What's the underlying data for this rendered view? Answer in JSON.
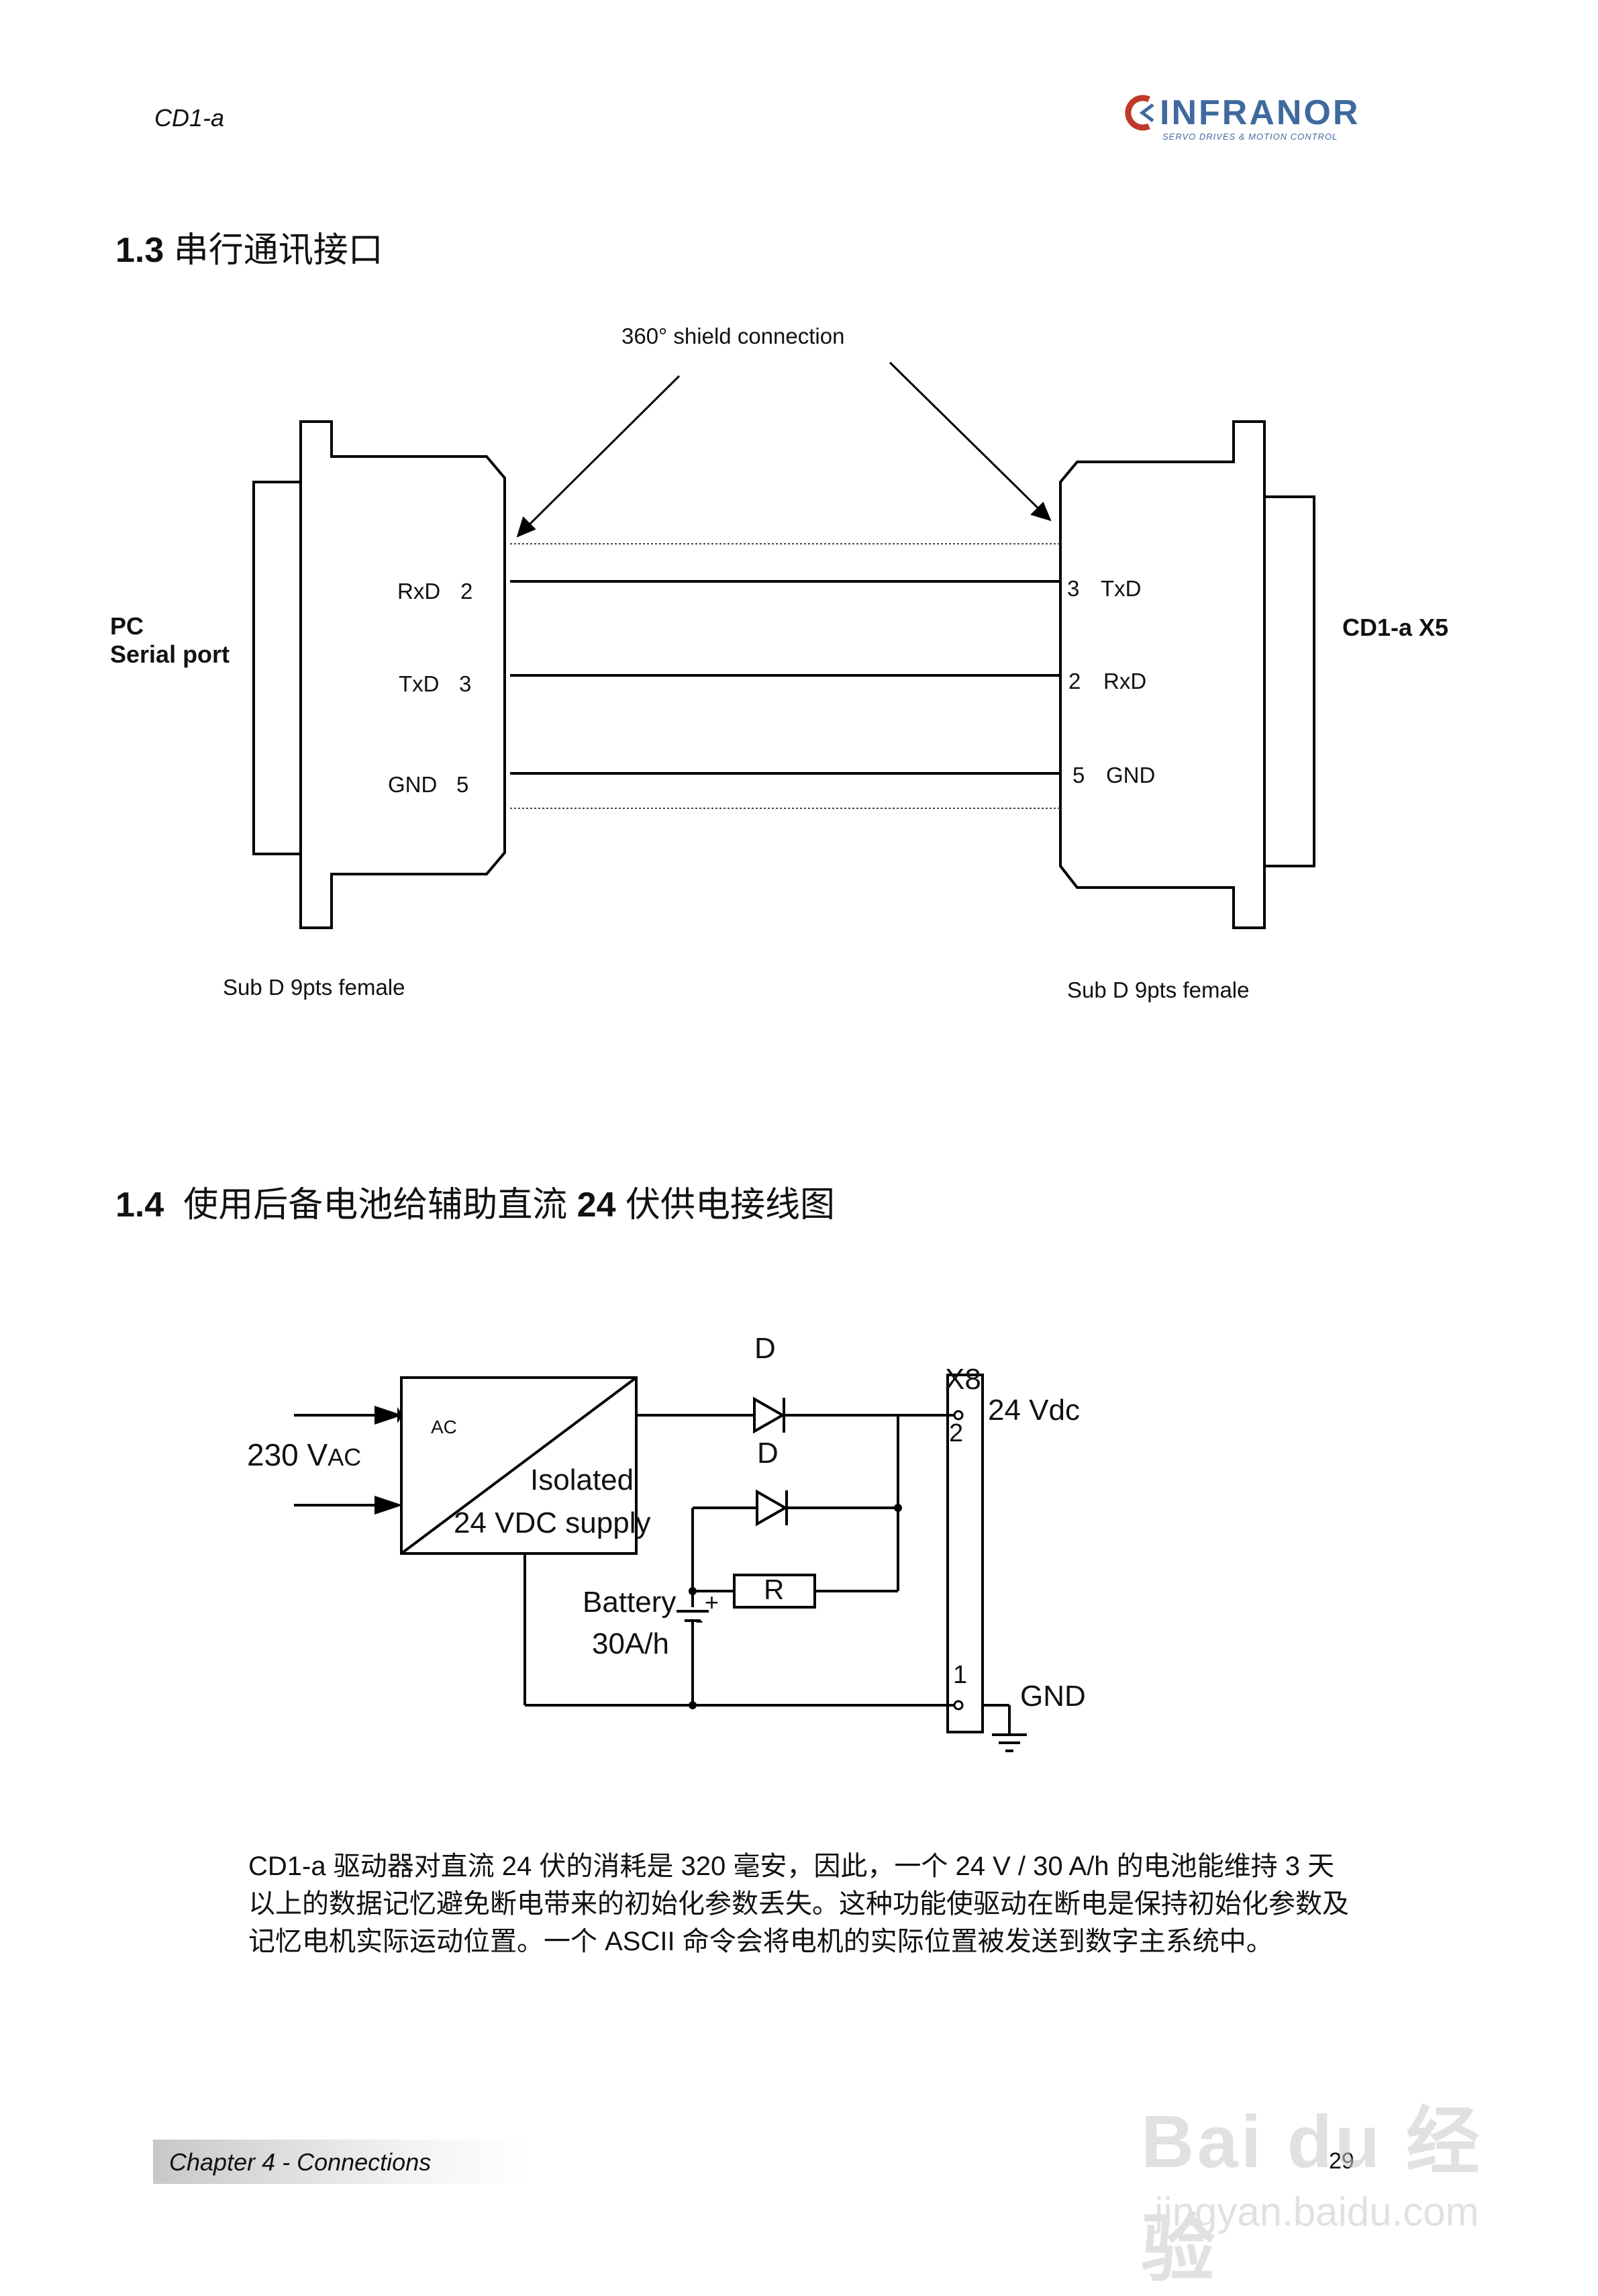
{
  "header": {
    "doc_name": "CD1-a",
    "logo_word": "INFRANOR",
    "logo_tagline": "SERVO DRIVES & MOTION CONTROL",
    "logo_accent": "#c0392b",
    "logo_color": "#3e6a9e"
  },
  "section_13": {
    "number": "1.3",
    "title": "串行通讯接口"
  },
  "serial_diagram": {
    "shield_label": "360° shield connection",
    "left_title_1": "PC",
    "left_title_2": "Serial port",
    "right_title": "CD1-a X5",
    "left_pins": [
      {
        "name": "RxD",
        "num": "2"
      },
      {
        "name": "TxD",
        "num": "3"
      },
      {
        "name": "GND",
        "num": "5"
      }
    ],
    "right_pins": [
      {
        "num": "3",
        "name": "TxD"
      },
      {
        "num": "2",
        "name": "RxD"
      },
      {
        "num": "5",
        "name": "GND"
      }
    ],
    "left_connector": "Sub D 9pts female",
    "right_connector": "Sub D 9pts female"
  },
  "section_14": {
    "number": "1.4",
    "title": "使用后备电池给辅助直流",
    "title_num": "24",
    "title_tail": "伏供电接线图"
  },
  "power_diagram": {
    "input": "230 V",
    "input_sub": "AC",
    "box_ac": "AC",
    "box_line1": "Isolated",
    "box_line2": "24 VDC supply",
    "diode1": "D",
    "diode2": "D",
    "resistor": "R",
    "battery_1": "Battery",
    "battery_2": "30A/h",
    "plus": "+",
    "minus": "-",
    "connector": "X8",
    "pin2": "2",
    "pin1": "1",
    "vdc": "24 Vdc",
    "gnd": "GND"
  },
  "paragraph": "CD1-a 驱动器对直流 24 伏的消耗是 320 毫安，因此，一个 24 V / 30 A/h 的电池能维持 3 天以上的数据记忆避免断电带来的初始化参数丢失。这种功能使驱动在断电是保持初始化参数及记忆电机实际运动位置。一个 ASCII 命令会将电机的实际位置被发送到数字主系统中。",
  "footer": {
    "chapter": "Chapter 4 - Connections",
    "page": "29"
  },
  "watermark": {
    "line1": "Bai du 经验",
    "line2": "jingyan.baidu.com"
  }
}
